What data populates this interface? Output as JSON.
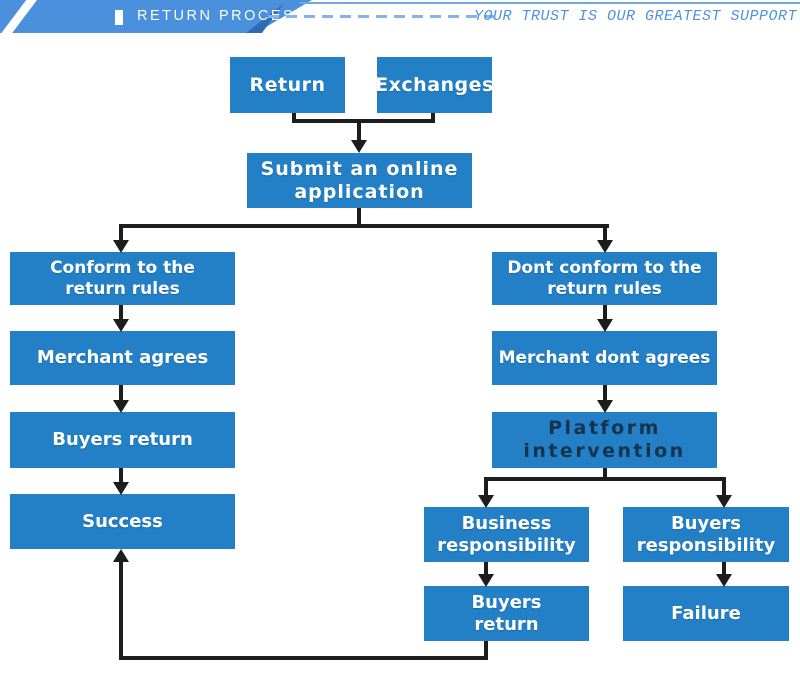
{
  "header": {
    "title": "RETURN PROCESS",
    "slogan": "YOUR TRUST IS OUR GREATEST SUPPORT"
  },
  "colors": {
    "banner_blue": "#4a90dc",
    "banner_accent_dark": "#2e6cb5",
    "dash_line_blue": "#85b4e8",
    "slogan_blue": "#4f93df",
    "box_blue": "#2380c6",
    "box_text_white": "#ffffff",
    "platform_text_dark": "#16334d",
    "arrow_black": "#1d1d1d"
  },
  "flowchart": {
    "nodes": {
      "return": {
        "label": "Return"
      },
      "exchanges": {
        "label": "Exchanges"
      },
      "submit": {
        "label": "Submit an online application"
      },
      "conform": {
        "label": "Conform to the return rules"
      },
      "merchant_agrees": {
        "label": "Merchant agrees"
      },
      "buyers_return_left": {
        "label": "Buyers return"
      },
      "success": {
        "label": "Success"
      },
      "dont_conform": {
        "label": "Dont conform to the return rules"
      },
      "merchant_dont_agrees": {
        "label": "Merchant dont agrees"
      },
      "platform_intervention": {
        "label": "Platform intervention"
      },
      "business_responsibility": {
        "label": "Business responsibility"
      },
      "buyers_responsibility": {
        "label": "Buyers responsibility"
      },
      "buyers_return_bottom": {
        "label": "Buyers return"
      },
      "failure": {
        "label": "Failure"
      }
    },
    "edges": [
      {
        "from": "Return",
        "to": "Submit an online application"
      },
      {
        "from": "Exchanges",
        "to": "Submit an online application"
      },
      {
        "from": "Submit an online application",
        "to": "Conform to the return rules"
      },
      {
        "from": "Submit an online application",
        "to": "Dont conform to the return rules"
      },
      {
        "from": "Conform to the return rules",
        "to": "Merchant agrees"
      },
      {
        "from": "Merchant agrees",
        "to": "Buyers return"
      },
      {
        "from": "Buyers return",
        "to": "Success"
      },
      {
        "from": "Dont conform to the return rules",
        "to": "Merchant dont agrees"
      },
      {
        "from": "Merchant dont agrees",
        "to": "Platform intervention"
      },
      {
        "from": "Platform intervention",
        "to": "Business responsibility"
      },
      {
        "from": "Platform intervention",
        "to": "Buyers responsibility"
      },
      {
        "from": "Business responsibility",
        "to": "Buyers return"
      },
      {
        "from": "Buyers responsibility",
        "to": "Failure"
      },
      {
        "from": "Buyers return",
        "to": "Success"
      }
    ]
  }
}
